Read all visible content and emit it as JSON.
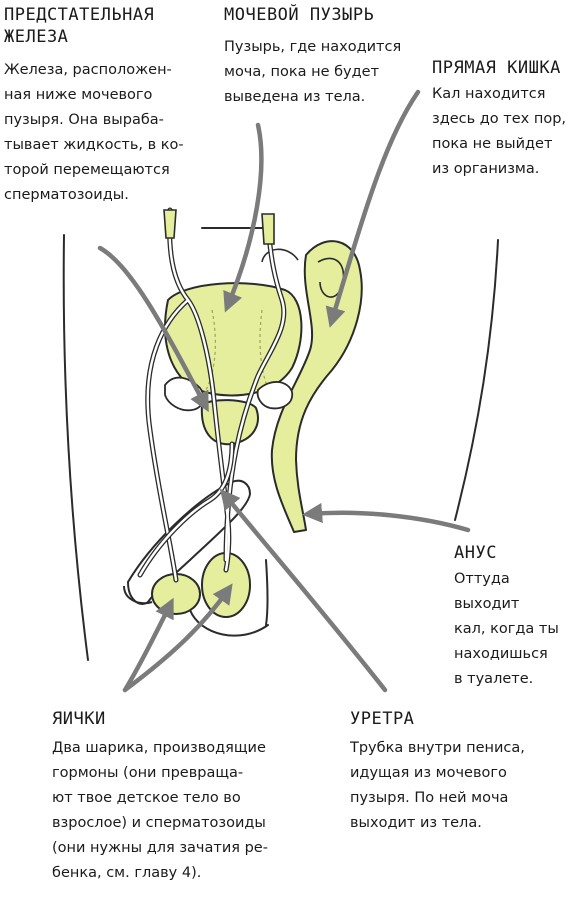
{
  "labels": {
    "prostate": {
      "title": "ПРЕДСТАТЕЛЬНАЯ\nЖЕЛЕЗА",
      "text": "Железа, расположен-\nная ниже мочевого\nпузыря. Она выраба-\nтывает жидкость, в ко-\nторой перемещаются\nсперматозоиды."
    },
    "bladder": {
      "title": "МОЧЕВОЙ ПУЗЫРЬ",
      "text": "Пузырь, где находится\nмоча, пока не будет\nвыведена из тела."
    },
    "rectum": {
      "title": "ПРЯМАЯ КИШКА",
      "text": "Кал находится\nздесь до тех пор,\nпока не выйдет\nиз организма."
    },
    "anus": {
      "title": "АНУС",
      "text": "Оттуда выходит\nкал, когда ты\nнаходишься\nв туалете."
    },
    "testicles": {
      "title": "ЯИЧКИ",
      "text": "Два шарика, производящие\nгормоны (они превраща-\nют твое детское тело во\nвзрослое) и сперматозоиды\n(они нужны для зачатия ре-\nбенка, см. главу 4)."
    },
    "urethra": {
      "title": "УРЕТРА",
      "text": "Трубка внутри пениса,\nидущая из мочевого\nпузыря. По ней моча\nвыходит из тела."
    }
  },
  "colors": {
    "organ_fill": "#e4ee9c",
    "organ_dark": "#cfdc68",
    "outline": "#2b2b2b",
    "arrow": "#7b7b7b",
    "text": "#1b1b1b"
  }
}
